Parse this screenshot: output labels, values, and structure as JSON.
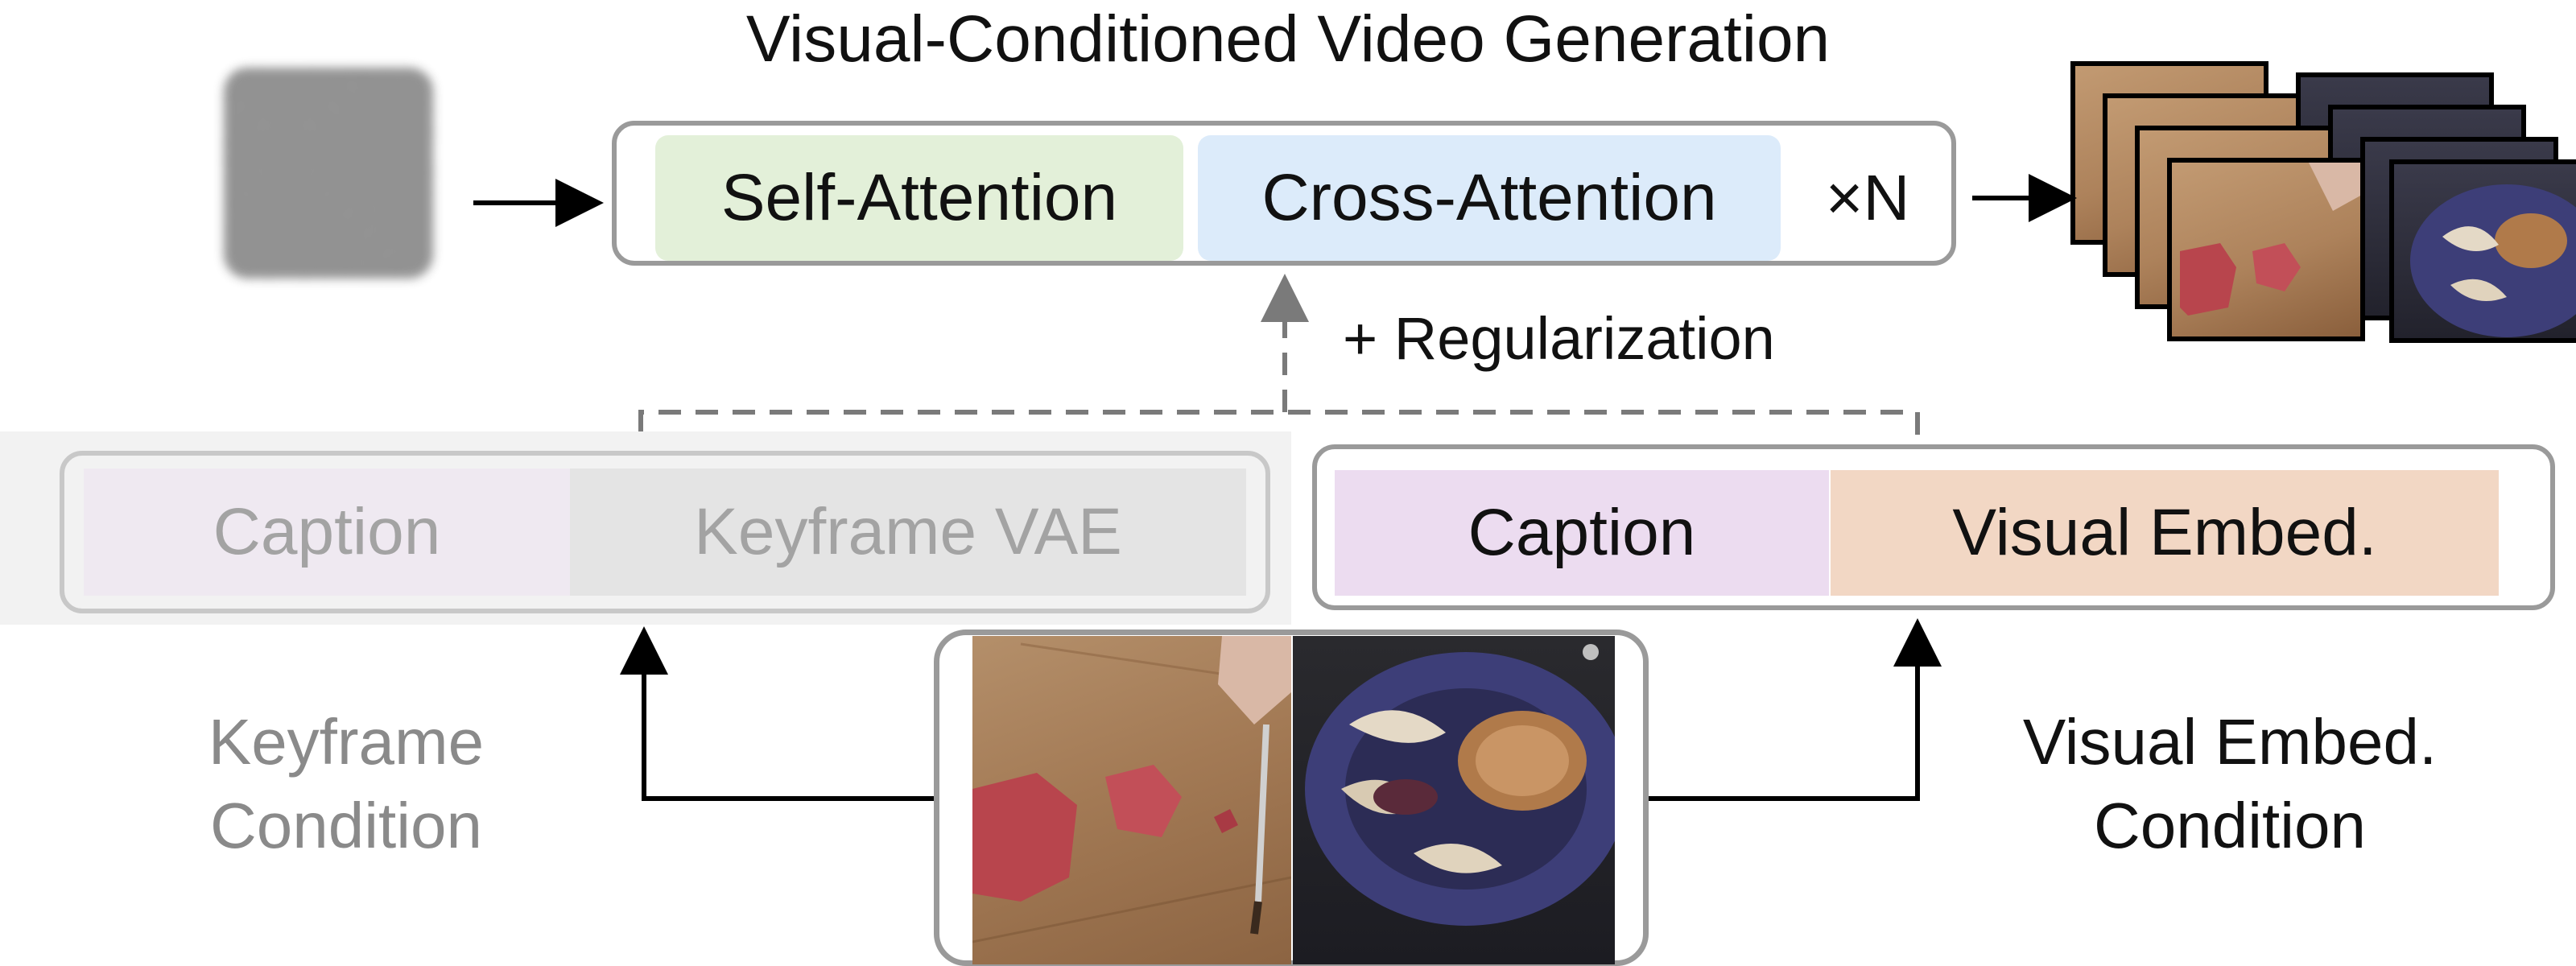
{
  "title": "Visual-Conditioned Video Generation",
  "blocks": {
    "self_attention": "Self-Attention",
    "cross_attention": "Cross-Attention",
    "repeat": "×N"
  },
  "regularization_label": "+ Regularization",
  "keyframe_branch": {
    "caption": "Caption",
    "vae": "Keyframe VAE",
    "condition_line1": "Keyframe",
    "condition_line2": "Condition"
  },
  "visual_embed_branch": {
    "caption": "Caption",
    "embed": "Visual  Embed.",
    "condition_line1": "Visual Embed.",
    "condition_line2": "Condition"
  },
  "icons": {
    "noise": "noise-latent-icon",
    "input": "input-keyframes-image",
    "output": "generated-video-frames-image"
  },
  "colors": {
    "self_attention_bg": "#e3f0d9",
    "cross_attention_bg": "#dcebfa",
    "caption_bg": "#ecdcf0",
    "embed_bg": "#f2d7c4",
    "keyframe_bg": "#e4e4e4",
    "border": "#9a9a9a"
  }
}
